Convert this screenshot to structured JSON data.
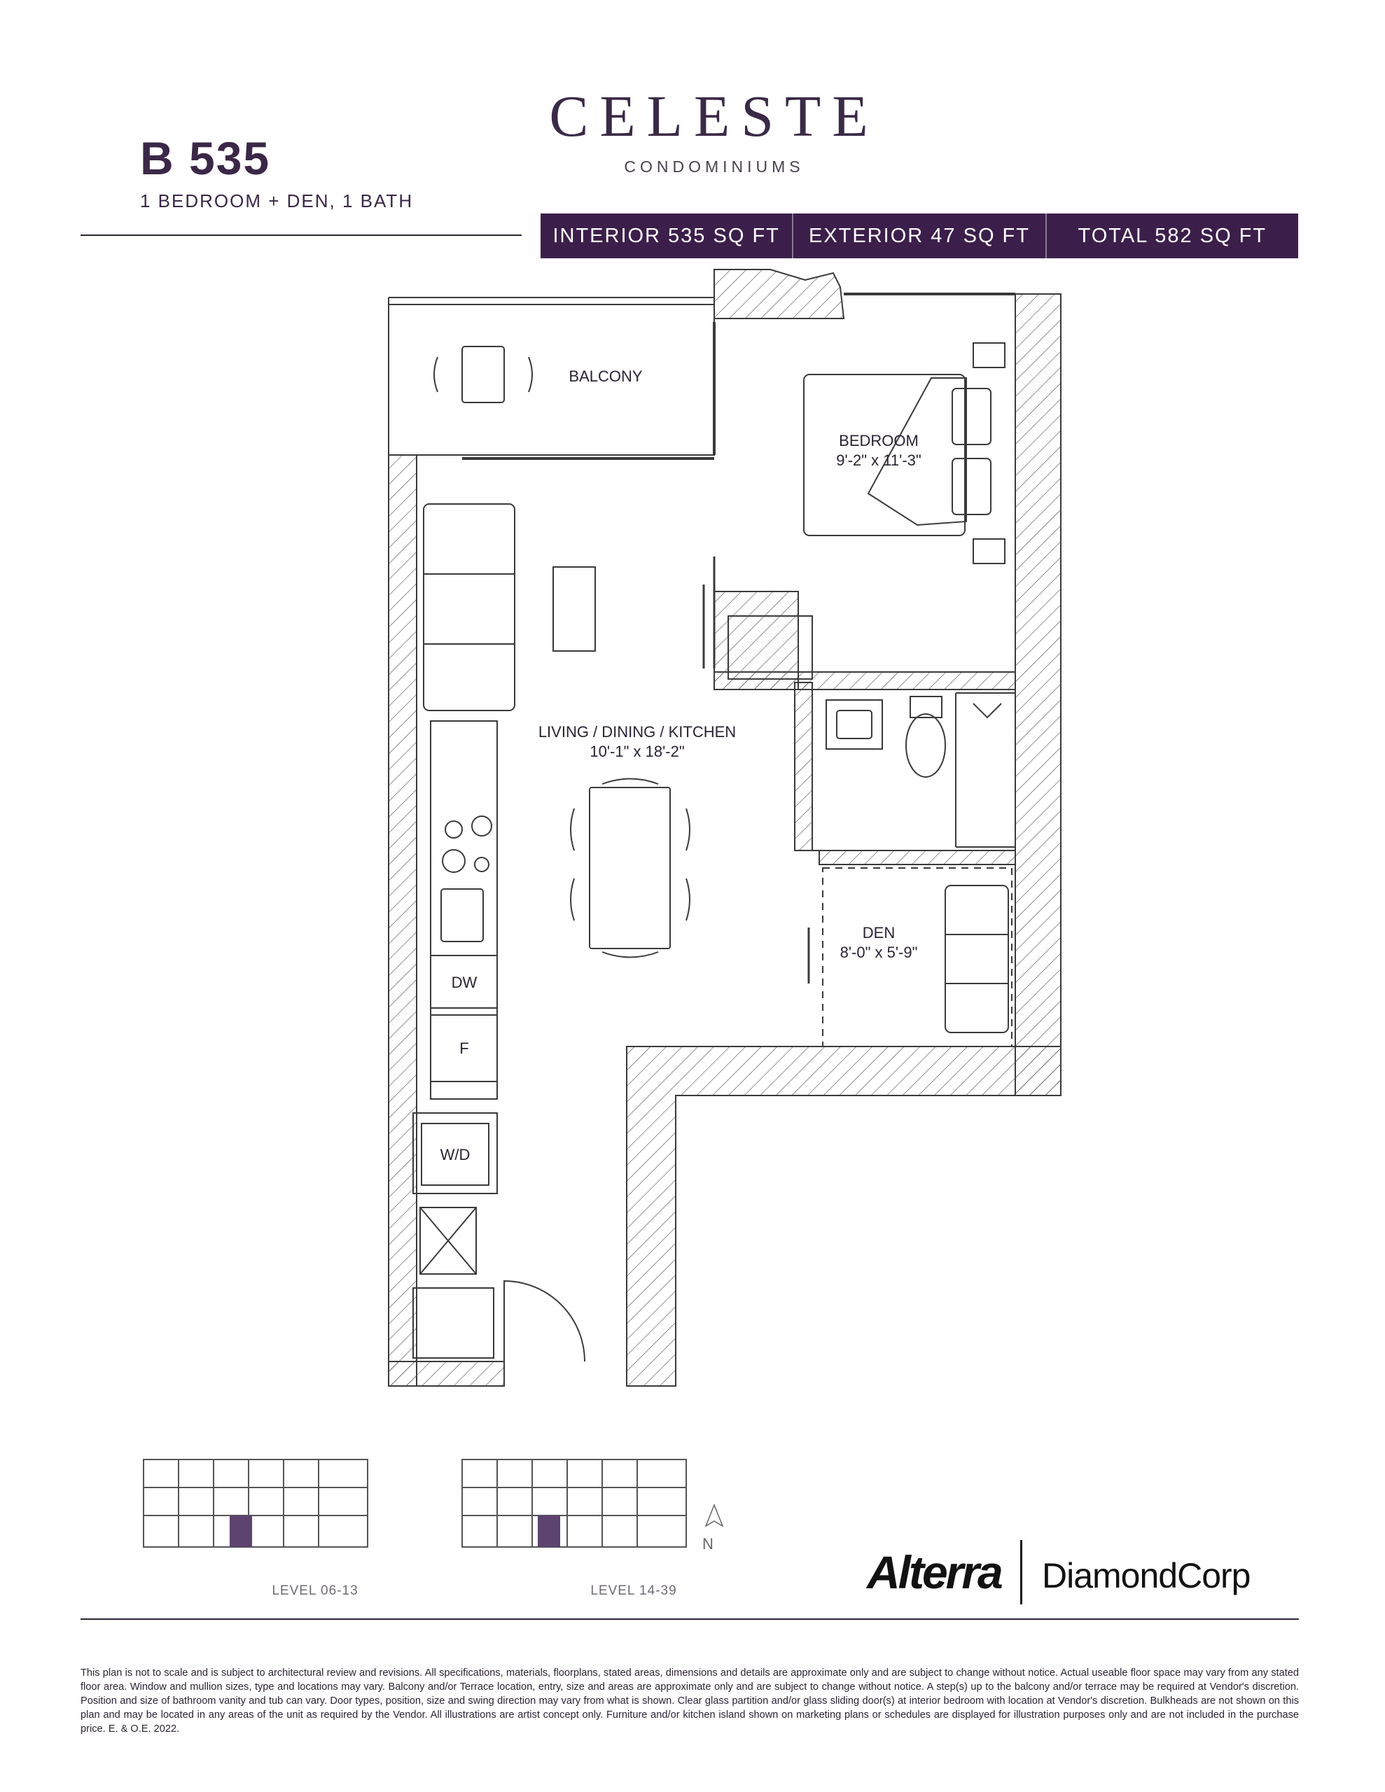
{
  "brand": {
    "name": "CELESTE",
    "subtitle": "CONDOMINIUMS"
  },
  "unit": {
    "code": "B 535",
    "type": "1 BEDROOM + DEN, 1 BATH"
  },
  "areas": [
    {
      "label": "INTERIOR 535 SQ FT"
    },
    {
      "label": "EXTERIOR 47 SQ FT"
    },
    {
      "label": "TOTAL 582 SQ FT"
    }
  ],
  "rooms": {
    "balcony": "BALCONY",
    "bedroom": {
      "name": "BEDROOM",
      "size": "9'-2\" x 11'-3\""
    },
    "living": {
      "name": "LIVING / DINING / KITCHEN",
      "size": "10'-1\" x 18'-2\""
    },
    "den": {
      "name": "DEN",
      "size": "8'-0\" x 5'-9\""
    },
    "dishwasher": "DW",
    "fridge": "F",
    "washer_dryer": "W/D"
  },
  "key_plans": [
    {
      "label": "LEVEL 06-13"
    },
    {
      "label": "LEVEL 14-39"
    }
  ],
  "north": "N",
  "developers": {
    "first": "Alterra",
    "second": "DiamondCorp"
  },
  "colors": {
    "accent": "#3b1f4a",
    "highlight": "#5c4370"
  },
  "disclaimer": "This plan is not to scale and is subject to architectural review and revisions. All specifications, materials, floorplans, stated areas, dimensions and details are approximate only and are subject to change without notice. Actual useable floor space may vary from any stated floor area. Window and mullion sizes, type and locations may vary. Balcony and/or Terrace location, entry, size and areas are approximate only and are subject to change without notice. A step(s) up to the balcony and/or terrace may be required at Vendor's discretion. Position and size of bathroom vanity and tub can vary. Door types, position, size and swing direction may vary from what is shown. Clear glass partition and/or glass sliding door(s) at interior bedroom with location at Vendor's discretion. Bulkheads are not shown on this plan and may be located in any areas of the unit as required by the Vendor. All illustrations are artist concept only. Furniture and/or kitchen island shown on marketing plans or schedules are displayed for illustration purposes only and are not included in the purchase price. E. & O.E. 2022."
}
